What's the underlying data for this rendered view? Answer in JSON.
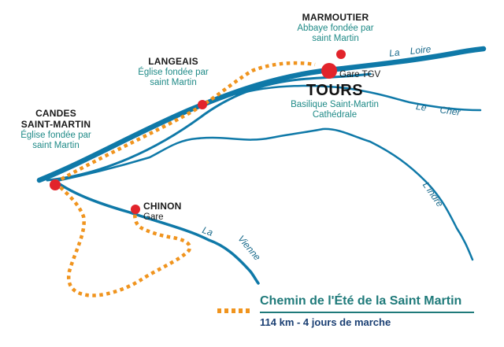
{
  "places": {
    "marmoutier": {
      "name": "MARMOUTIER",
      "desc_1": "Abbaye fondée par",
      "desc_2": "saint Martin"
    },
    "langeais": {
      "name": "LANGEAIS",
      "desc_1": "Église fondée par",
      "desc_2": "saint Martin"
    },
    "candes": {
      "name_1": "CANDES",
      "name_2": "SAINT-MARTIN",
      "desc_1": "Église fondée par",
      "desc_2": "saint Martin"
    },
    "tours": {
      "name": "TOURS",
      "station": "Gare TGV",
      "desc_1": "Basilique Saint-Martin",
      "desc_2": "Cathédrale"
    },
    "chinon": {
      "name": "CHINON",
      "station": "Gare"
    }
  },
  "rivers": {
    "loire_1": "La",
    "loire_2": "Loire",
    "cher_1": "Le",
    "cher_2": "Cher",
    "indre": "L'indre",
    "vienne_1": "La",
    "vienne_2": "Vienne"
  },
  "legend": {
    "title": "Chemin de l'Été de la Saint Martin",
    "subtitle": "114 km - 4 jours de marche"
  },
  "colors": {
    "river": "#0f79a8",
    "path": "#f0941e",
    "marker": "#e2242b"
  }
}
